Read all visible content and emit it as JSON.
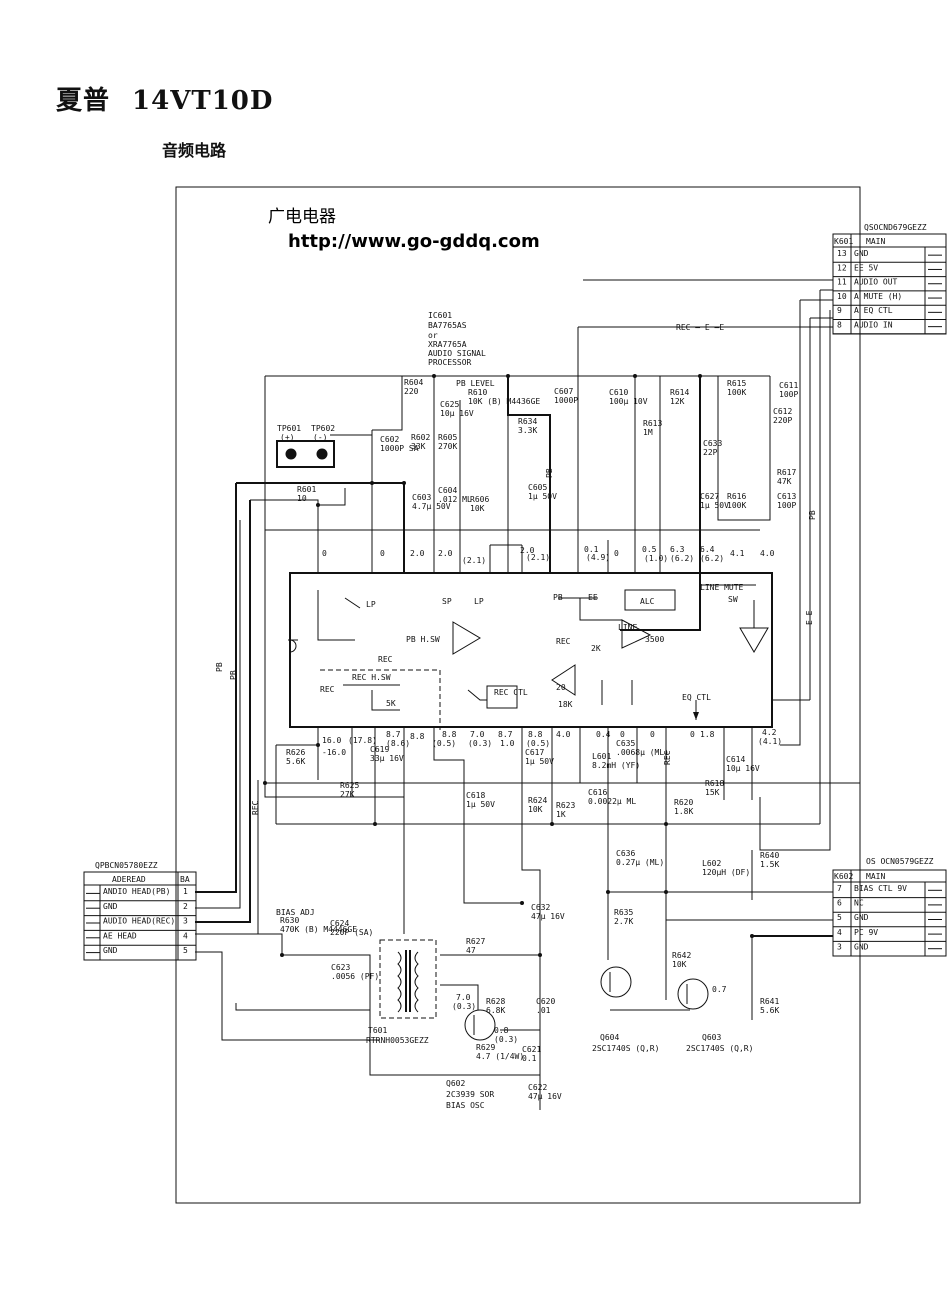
{
  "title": {
    "brand": "夏普",
    "model": "14VT10D"
  },
  "subtitle": "音频电路",
  "watermark": {
    "cn": "广电电器",
    "url": "http://www.go-gddq.com"
  },
  "ic": {
    "ref": "IC601",
    "part1": "BA7765AS",
    "or": "or",
    "part2": "XRA7765A",
    "desc1": "AUDIO SIGNAL",
    "desc2": "PROCESSOR"
  },
  "top_connector": {
    "part": "QSOCND679GEZZ",
    "ref": "K601",
    "title": "MAIN",
    "pins": [
      {
        "num": "13",
        "label": "GND"
      },
      {
        "num": "12",
        "label": "EE 5V"
      },
      {
        "num": "11",
        "label": "AUDIO OUT"
      },
      {
        "num": "10",
        "label": "A MUTE (H)"
      },
      {
        "num": "9",
        "label": "A EQ CTL"
      },
      {
        "num": "8",
        "label": "AUDIO IN"
      }
    ]
  },
  "left_connector": {
    "part": "QPBCN05780EZZ",
    "title": "ADEREAD",
    "ref": "BA",
    "pins": [
      {
        "num": "1",
        "label": "ANDIO HEAD(PB)"
      },
      {
        "num": "2",
        "label": "GND"
      },
      {
        "num": "3",
        "label": "AUDIO HEAD(REC)"
      },
      {
        "num": "4",
        "label": "AE HEAD"
      },
      {
        "num": "5",
        "label": "GND"
      }
    ]
  },
  "right_connector": {
    "part": "OS OCN0579GEZZ",
    "ref": "K602",
    "title": "MAIN",
    "pins": [
      {
        "num": "7",
        "label": "BIAS CTL 9V"
      },
      {
        "num": "6",
        "label": "NC"
      },
      {
        "num": "5",
        "label": "GND"
      },
      {
        "num": "4",
        "label": "PC 9V"
      },
      {
        "num": "3",
        "label": "GND"
      }
    ]
  },
  "pin_voltages_top": [
    "0",
    "0",
    "2.0",
    "2.0",
    "(2.1)",
    "2.0",
    "(2.1)",
    "0.1",
    "(4.9)",
    "0",
    "0.5",
    "(1.0)",
    "6.3",
    "(6.2)",
    "6.4",
    "(6.2)",
    "4.1",
    "4.0"
  ],
  "pin_voltages_bottom": [
    "16.0",
    "(17.8)",
    "-16.0",
    "8.7",
    "(8.6)",
    "8.8",
    "8.8",
    "(0.5)",
    "7.0",
    "(0.3)",
    "8.7",
    "1.0",
    "8.8",
    "(0.5)",
    "4.0",
    "0.4",
    "0",
    "0",
    "1.8",
    "0",
    "4.2",
    "(4.1)"
  ],
  "ic_blocks": [
    "LP",
    "REC",
    "PB H.SW",
    "SP",
    "LP",
    "PB",
    "EE",
    "ALC",
    "LINE",
    "3500",
    "LINE MUTE",
    "SW",
    "REC H.SW",
    "5K",
    "REC CTL",
    "REC",
    "2K",
    "20",
    "18K",
    "EQ CTL",
    "REC"
  ],
  "labels": {
    "pb_level": "PB LEVEL",
    "rec_ee": "REC — E —E",
    "bias_adj": "BIAS ADJ",
    "pb": "PB",
    "rec": "REC",
    "ee": "E—E",
    "tp601": "TP601",
    "tp602": "TP602",
    "tp_plus": "(+)",
    "tp_minus": "(-)"
  },
  "components": [
    {
      "ref": "R604",
      "value": "220"
    },
    {
      "ref": "C625",
      "value": "10μ 16V"
    },
    {
      "ref": "R610",
      "value": "10K (B) M4436GE"
    },
    {
      "ref": "C607",
      "value": "1000P"
    },
    {
      "ref": "C610",
      "value": "100μ 10V"
    },
    {
      "ref": "R614",
      "value": "12K"
    },
    {
      "ref": "R615",
      "value": "100K"
    },
    {
      "ref": "C611",
      "value": "100P"
    },
    {
      "ref": "C612",
      "value": "220P"
    },
    {
      "ref": "R634",
      "value": "3.3K"
    },
    {
      "ref": "R613",
      "value": "1M"
    },
    {
      "ref": "C633",
      "value": "22P"
    },
    {
      "ref": "R617",
      "value": "47K"
    },
    {
      "ref": "C602",
      "value": "1000P SA"
    },
    {
      "ref": "R602",
      "value": "33K"
    },
    {
      "ref": "R605",
      "value": "270K"
    },
    {
      "ref": "R601",
      "value": "10"
    },
    {
      "ref": "C603",
      "value": "4.7μ 50V"
    },
    {
      "ref": "C604",
      "value": ".012 ML"
    },
    {
      "ref": "R606",
      "value": "10K"
    },
    {
      "ref": "C605",
      "value": "1μ 50V"
    },
    {
      "ref": "C627",
      "value": "1μ 50V"
    },
    {
      "ref": "R616",
      "value": "100K"
    },
    {
      "ref": "C613",
      "value": "100P"
    },
    {
      "ref": "R626",
      "value": "5.6K"
    },
    {
      "ref": "C619",
      "value": "33μ 16V"
    },
    {
      "ref": "R625",
      "value": "27K"
    },
    {
      "ref": "C617",
      "value": "1μ 50V"
    },
    {
      "ref": "L601",
      "value": "8.2mH (YF)"
    },
    {
      "ref": "C635",
      "value": ".0068μ (ML)"
    },
    {
      "ref": "C614",
      "value": "10μ 16V"
    },
    {
      "ref": "C618",
      "value": "1μ 50V"
    },
    {
      "ref": "R624",
      "value": "10K"
    },
    {
      "ref": "R623",
      "value": "1K"
    },
    {
      "ref": "C616",
      "value": "0.0022μ ML"
    },
    {
      "ref": "R620",
      "value": "1.8K"
    },
    {
      "ref": "R618",
      "value": "15K"
    },
    {
      "ref": "C636",
      "value": "0.27μ (ML)"
    },
    {
      "ref": "L602",
      "value": "120μH (DF)"
    },
    {
      "ref": "R640",
      "value": "1.5K"
    },
    {
      "ref": "R630",
      "value": "470K (B) M4446GE"
    },
    {
      "ref": "C624",
      "value": "220P (SA)"
    },
    {
      "ref": "C632",
      "value": "47μ 16V"
    },
    {
      "ref": "R635",
      "value": "2.7K"
    },
    {
      "ref": "R627",
      "value": "47"
    },
    {
      "ref": "C623",
      "value": ".0056 (PF)"
    },
    {
      "ref": "R628",
      "value": "6.8K"
    },
    {
      "ref": "C620",
      "value": ".01"
    },
    {
      "ref": "R642",
      "value": "10K"
    },
    {
      "ref": "R629",
      "value": "4.7 (1/4W)"
    },
    {
      "ref": "C621",
      "value": "0.1"
    },
    {
      "ref": "C622",
      "value": "47μ 16V"
    },
    {
      "ref": "R641",
      "value": "5.6K"
    }
  ],
  "transistors": [
    {
      "ref": "T601",
      "part": "RTRNH0053GEZZ"
    },
    {
      "ref": "Q602",
      "part": "2C3939 SOR",
      "role": "BIAS OSC",
      "v1": "7.0",
      "v2": "(0.3)",
      "v3": "0.8",
      "v4": "(0.3)"
    },
    {
      "ref": "Q604",
      "part": "2SC1740S (Q,R)"
    },
    {
      "ref": "Q603",
      "part": "2SC1740S (Q,R)",
      "v": "0.7"
    }
  ]
}
